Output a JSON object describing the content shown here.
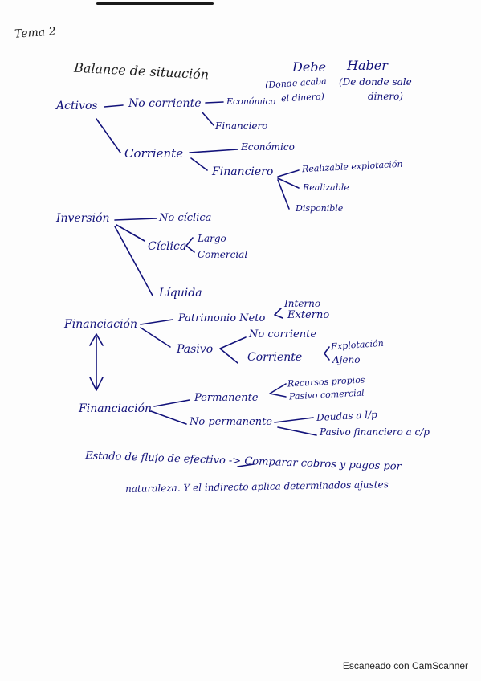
{
  "header": {
    "topic": "Tema 2"
  },
  "title": "Balance de situación",
  "debe": {
    "label": "Debe",
    "note_1": "(Donde acaba",
    "note_2": "el dinero)"
  },
  "haber": {
    "label": "Haber",
    "note_1": "(De donde sale",
    "note_2": "dinero)"
  },
  "activos": {
    "label": "Activos",
    "no_corriente": "No corriente",
    "nc_economico": "Económico",
    "nc_financiero": "Financiero",
    "corriente": "Corriente",
    "c_economico": "Económico",
    "c_financiero": "Financiero",
    "realizable_explotacion": "Realizable explotación",
    "realizable": "Realizable",
    "disponible": "Disponible"
  },
  "inversion": {
    "label": "Inversión",
    "no_ciclica": "No cíclica",
    "ciclica": "Cíclica",
    "largo": "Largo",
    "comercial": "Comercial",
    "liquida": "Líquida"
  },
  "financiacion_1": {
    "label": "Financiación",
    "patrimonio_neto": "Patrimonio Neto",
    "interno": "Interno",
    "externo": "Externo",
    "pasivo": "Pasivo",
    "no_corriente": "No corriente",
    "corriente": "Corriente",
    "explotacion": "Explotación",
    "ajeno": "Ajeno"
  },
  "financiacion_2": {
    "label": "Financiación",
    "permanente": "Permanente",
    "recursos_propios": "Recursos propios",
    "pasivo_comercial": "Pasivo comercial",
    "no_permanente": "No permanente",
    "deudas": "Deudas a l/p",
    "pasivo_financiero": "Pasivo financiero a c/p"
  },
  "note": {
    "line_1": "Estado de flujo de efectivo -> Comparar cobros y pagos por",
    "line_2": "naturaleza. Y el indirecto aplica determinados ajustes"
  },
  "footer": {
    "watermark": "Escaneado con CamScanner"
  }
}
